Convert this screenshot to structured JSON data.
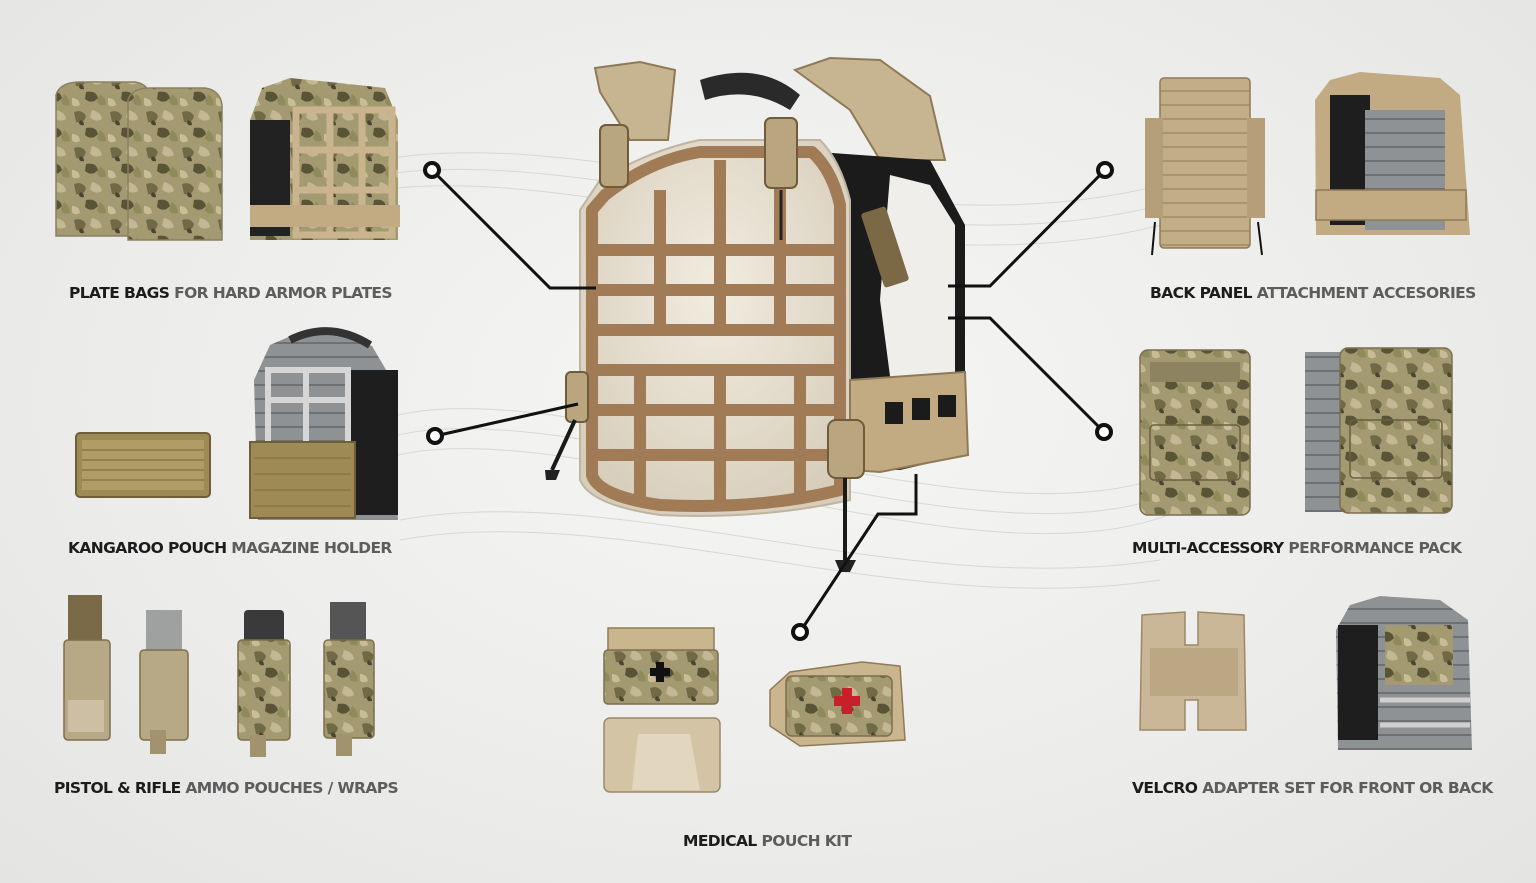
{
  "colors": {
    "background": "#eeeeec",
    "label_strong": "#1c1c1c",
    "label_light": "#5d5d5d",
    "multicam_base": "#a49a72",
    "coyote": "#9a7752",
    "plate_white": "#e9e2d4",
    "leader_line": "#111111"
  },
  "labels": {
    "plate_bags": {
      "strong": "PLATE BAGS",
      "light": "FOR HARD ARMOR PLATES"
    },
    "kangaroo_pouch": {
      "strong": "KANGAROO POUCH",
      "light": "MAGAZINE HOLDER"
    },
    "pistol_rifle": {
      "strong": "PISTOL & RIFLE",
      "light": "AMMO POUCHES / WRAPS"
    },
    "back_panel": {
      "strong": "BACK PANEL",
      "light": "ATTACHMENT ACCESORIES"
    },
    "multi_accessory": {
      "strong": "MULTI-ACCESSORY",
      "light": "PERFORMANCE PACK"
    },
    "velcro": {
      "strong": "VELCRO",
      "light": "ADAPTER SET FOR FRONT OR BACK"
    },
    "medical": {
      "strong": "MEDICAL",
      "light": "POUCH KIT"
    }
  },
  "icons": [
    "plate-carrier-image",
    "plate-bag-image",
    "kangaroo-pouch-image",
    "ammo-pouch-image",
    "back-panel-image",
    "performance-pack-image",
    "velcro-adapter-image",
    "medical-pouch-image",
    "callout-dot-icon"
  ]
}
